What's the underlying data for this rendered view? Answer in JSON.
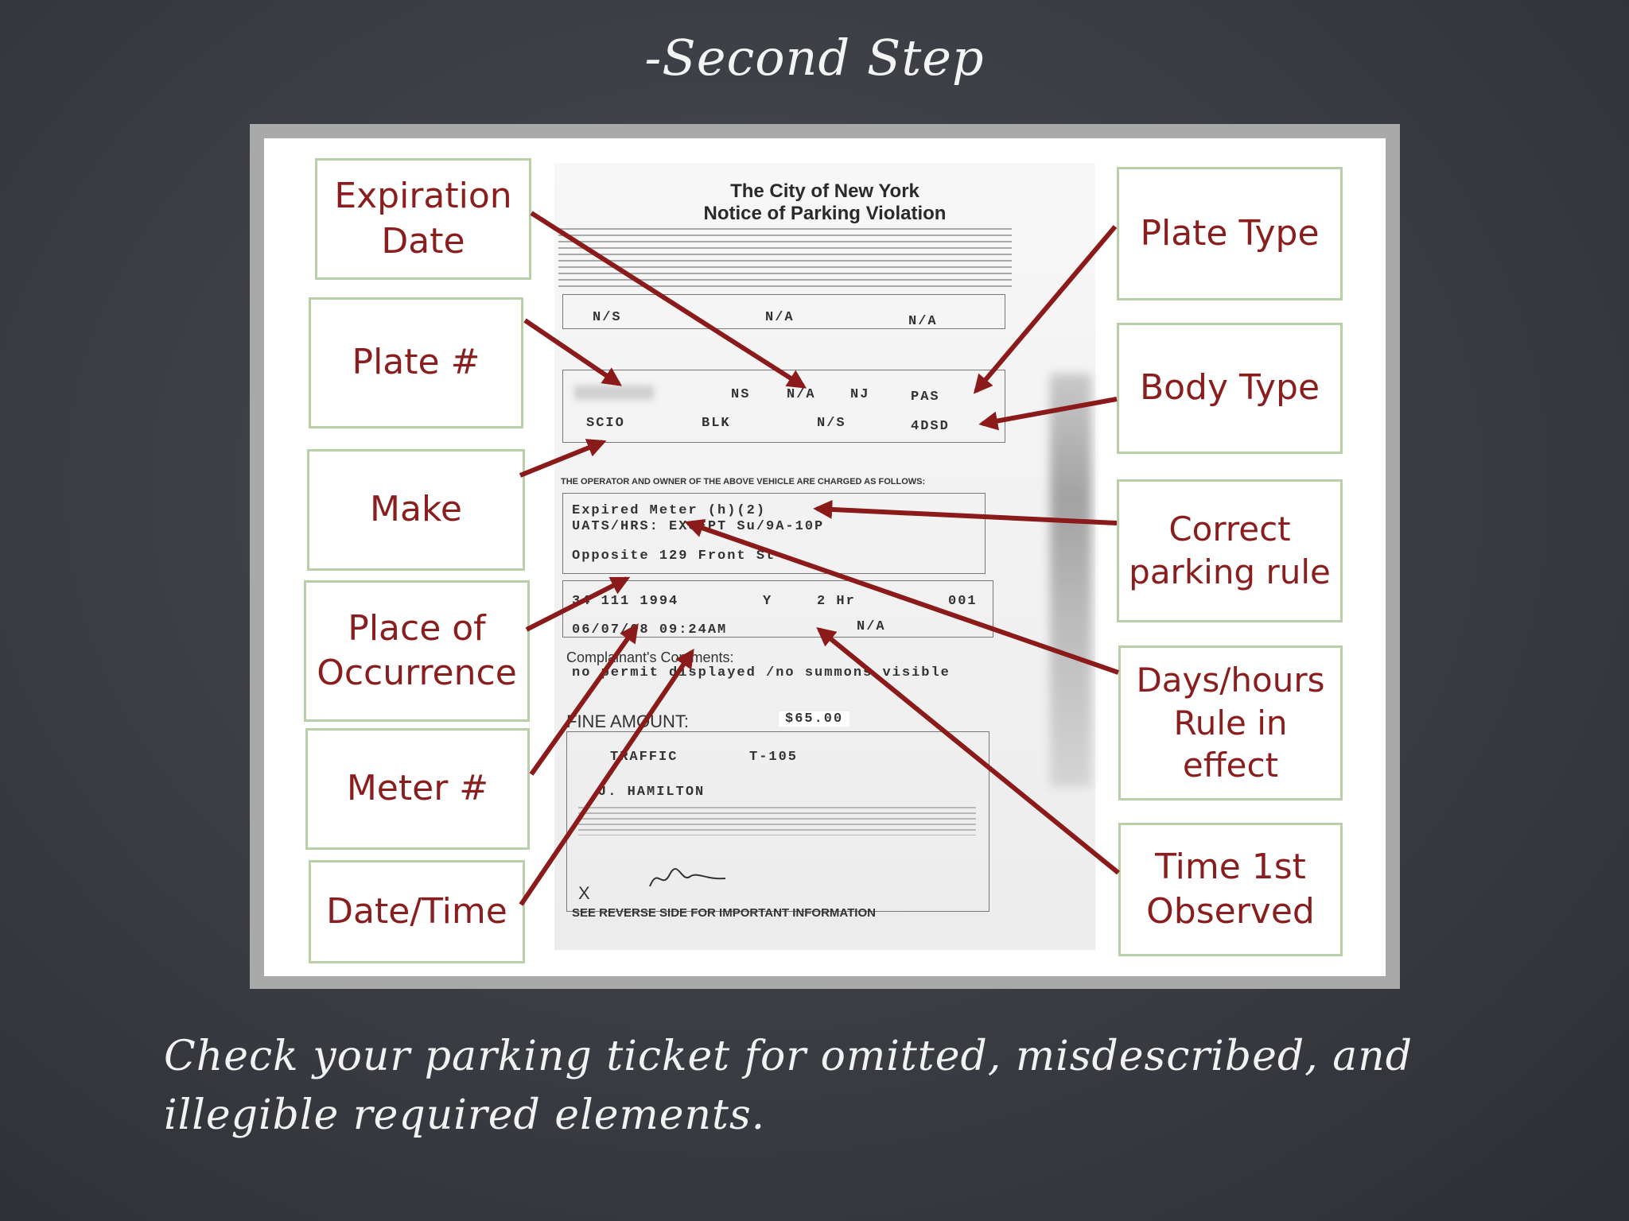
{
  "slide": {
    "title": "-Second Step",
    "caption": "Check your parking ticket for omitted, misdescribed, and illegible required elements."
  },
  "ticket": {
    "header_line1": "The City of New York",
    "header_line2": "Notice of Parking Violation",
    "permit_displayed": "N/S",
    "permit_number": "N/A",
    "type": "N/A",
    "cd": "NS",
    "exp_date": "N/A",
    "state": "NJ",
    "plate_type": "PAS",
    "make": "SCIO",
    "color": "BLK",
    "year": "N/S",
    "body_type": "4DSD",
    "charges_heading": "THE OPERATOR AND OWNER OF THE ABOVE VEHICLE ARE CHARGED AS FOLLOWS:",
    "violation": "Expired Meter (h)(2)",
    "days_hours": "UATS/HRS: EXCEPT Su/9A-10P",
    "place": "Opposite 129 Front St",
    "meter": "34 111 1994",
    "operational": "Y",
    "limit": "2 Hr",
    "pct": "001",
    "date_time": "06/07/08 09:24AM",
    "first_observed": "N/A",
    "comments_label": "Complainant's Comments:",
    "comments": "no permit displayed /no summons visible",
    "fine_label": "FINE AMOUNT:",
    "fine": "$65.00",
    "agency": "TRAFFIC",
    "command": "T-105",
    "complainant": "J. HAMILTON",
    "footer": "SEE REVERSE SIDE FOR IMPORTANT INFORMATION"
  },
  "labels": {
    "expiration_date": [
      "Expiration",
      "Date"
    ],
    "plate_number": [
      "Plate #"
    ],
    "make": [
      "Make"
    ],
    "place_of_occurrence": [
      "Place of",
      "Occurrence"
    ],
    "meter_number": [
      "Meter #"
    ],
    "date_time": [
      "Date/Time"
    ],
    "plate_type": [
      "Plate Type"
    ],
    "body_type": [
      "Body Type"
    ],
    "correct_parking_rule": [
      "Correct",
      "parking rule"
    ],
    "days_hours_rule": [
      "Days/hours",
      "Rule in effect"
    ],
    "time_first_observed": [
      "Time 1st",
      "Observed"
    ]
  },
  "colors": {
    "background": "#3a3c43",
    "label_text": "#8a1e1e",
    "label_border": "#b8cfa8",
    "arrow": "#8b1a1a"
  }
}
